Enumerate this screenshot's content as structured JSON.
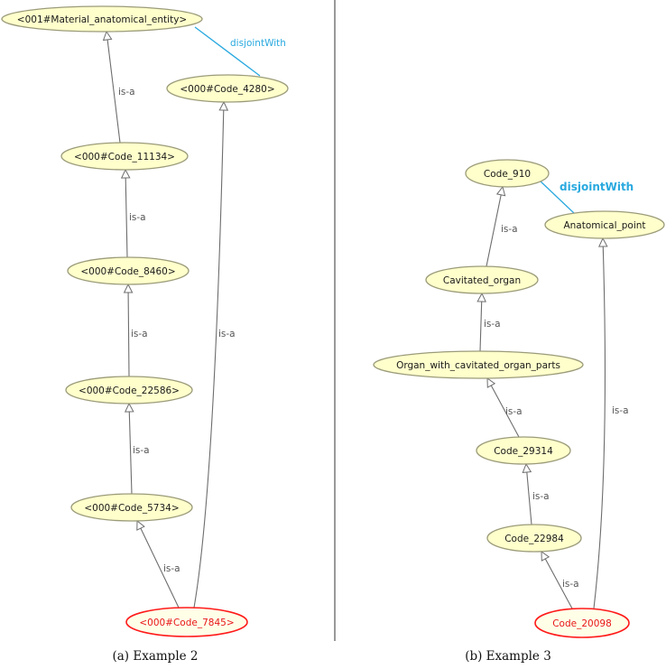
{
  "panels": [
    {
      "caption": "(a) Example 2",
      "nodes": [
        {
          "id": "a_mat",
          "label": "<001#Material_anatomical_entity>"
        },
        {
          "id": "a_4280",
          "label": "<000#Code_4280>"
        },
        {
          "id": "a_11134",
          "label": "<000#Code_11134>"
        },
        {
          "id": "a_8460",
          "label": "<000#Code_8460>"
        },
        {
          "id": "a_22586",
          "label": "<000#Code_22586>"
        },
        {
          "id": "a_5734",
          "label": "<000#Code_5734>"
        },
        {
          "id": "a_7845",
          "label": "<000#Code_7845>",
          "highlight": true
        }
      ],
      "edges": [
        {
          "from": "a_11134",
          "to": "a_mat",
          "label": "is-a"
        },
        {
          "from": "a_8460",
          "to": "a_11134",
          "label": "is-a"
        },
        {
          "from": "a_22586",
          "to": "a_8460",
          "label": "is-a"
        },
        {
          "from": "a_5734",
          "to": "a_22586",
          "label": "is-a"
        },
        {
          "from": "a_7845",
          "to": "a_5734",
          "label": "is-a"
        },
        {
          "from": "a_7845",
          "to": "a_4280",
          "label": "is-a"
        }
      ],
      "disjoint": {
        "from": "a_mat",
        "to": "a_4280",
        "label": "disjointWith"
      }
    },
    {
      "caption": "(b) Example 3",
      "nodes": [
        {
          "id": "b_910",
          "label": "Code_910"
        },
        {
          "id": "b_anat",
          "label": "Anatomical_point"
        },
        {
          "id": "b_cav",
          "label": "Cavitated_organ"
        },
        {
          "id": "b_org",
          "label": "Organ_with_cavitated_organ_parts"
        },
        {
          "id": "b_29314",
          "label": "Code_29314"
        },
        {
          "id": "b_22984",
          "label": "Code_22984"
        },
        {
          "id": "b_20098",
          "label": "Code_20098",
          "highlight": true
        }
      ],
      "edges": [
        {
          "from": "b_cav",
          "to": "b_910",
          "label": "is-a"
        },
        {
          "from": "b_org",
          "to": "b_cav",
          "label": "is-a"
        },
        {
          "from": "b_29314",
          "to": "b_org",
          "label": "is-a"
        },
        {
          "from": "b_22984",
          "to": "b_29314",
          "label": "is-a"
        },
        {
          "from": "b_20098",
          "to": "b_22984",
          "label": "is-a"
        },
        {
          "from": "b_20098",
          "to": "b_anat",
          "label": "is-a"
        }
      ],
      "disjoint": {
        "from": "b_910",
        "to": "b_anat",
        "label": "disjointWith"
      }
    }
  ],
  "colors": {
    "node_fill": "#ffffcc",
    "node_stroke": "#9b9b7a",
    "highlight_stroke": "#ff1a1a",
    "highlight_text": "#e8161a",
    "disjoint": "#29a9df",
    "edge": "#6d6d6d"
  }
}
